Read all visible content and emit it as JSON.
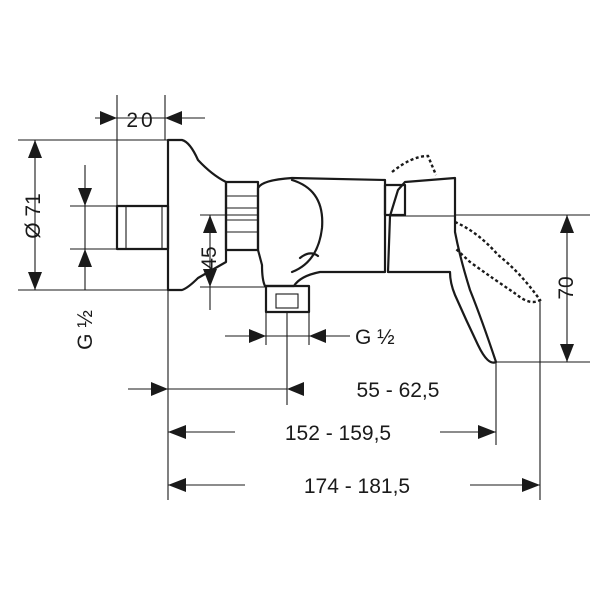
{
  "dimensions": {
    "top_width": "20",
    "flange_diameter": "Ø 71",
    "inlet_thread_left": "G ½",
    "outlet_height": "45",
    "outlet_thread": "G ½",
    "lever_height": "70",
    "outlet_offset": "55 - 62,5",
    "lever_tip_length": "152 - 159,5",
    "overall_length": "174 - 181,5"
  }
}
